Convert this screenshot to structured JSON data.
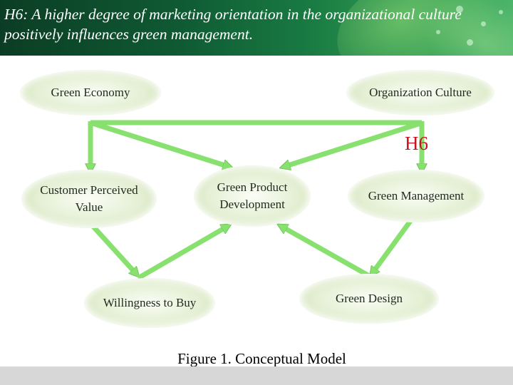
{
  "header": {
    "title": "H6: A higher degree of marketing orientation in the organizational culture positively influences green management."
  },
  "nodes": {
    "green_economy": "Green Economy",
    "organization_culture": "Organization Culture",
    "customer_perceived_value": "Customer Perceived Value",
    "green_product_development": "Green Product Development",
    "green_management": "Green Management",
    "willingness_to_buy": "Willingness to Buy",
    "green_design": "Green Design"
  },
  "hypothesis_label": "H6",
  "caption": "Figure 1. Conceptual  Model",
  "colors": {
    "arrow": "#88e06e",
    "hypothesis": "#c8141e",
    "header_bg": "#145a32",
    "node_edge": "#bdd69e"
  }
}
